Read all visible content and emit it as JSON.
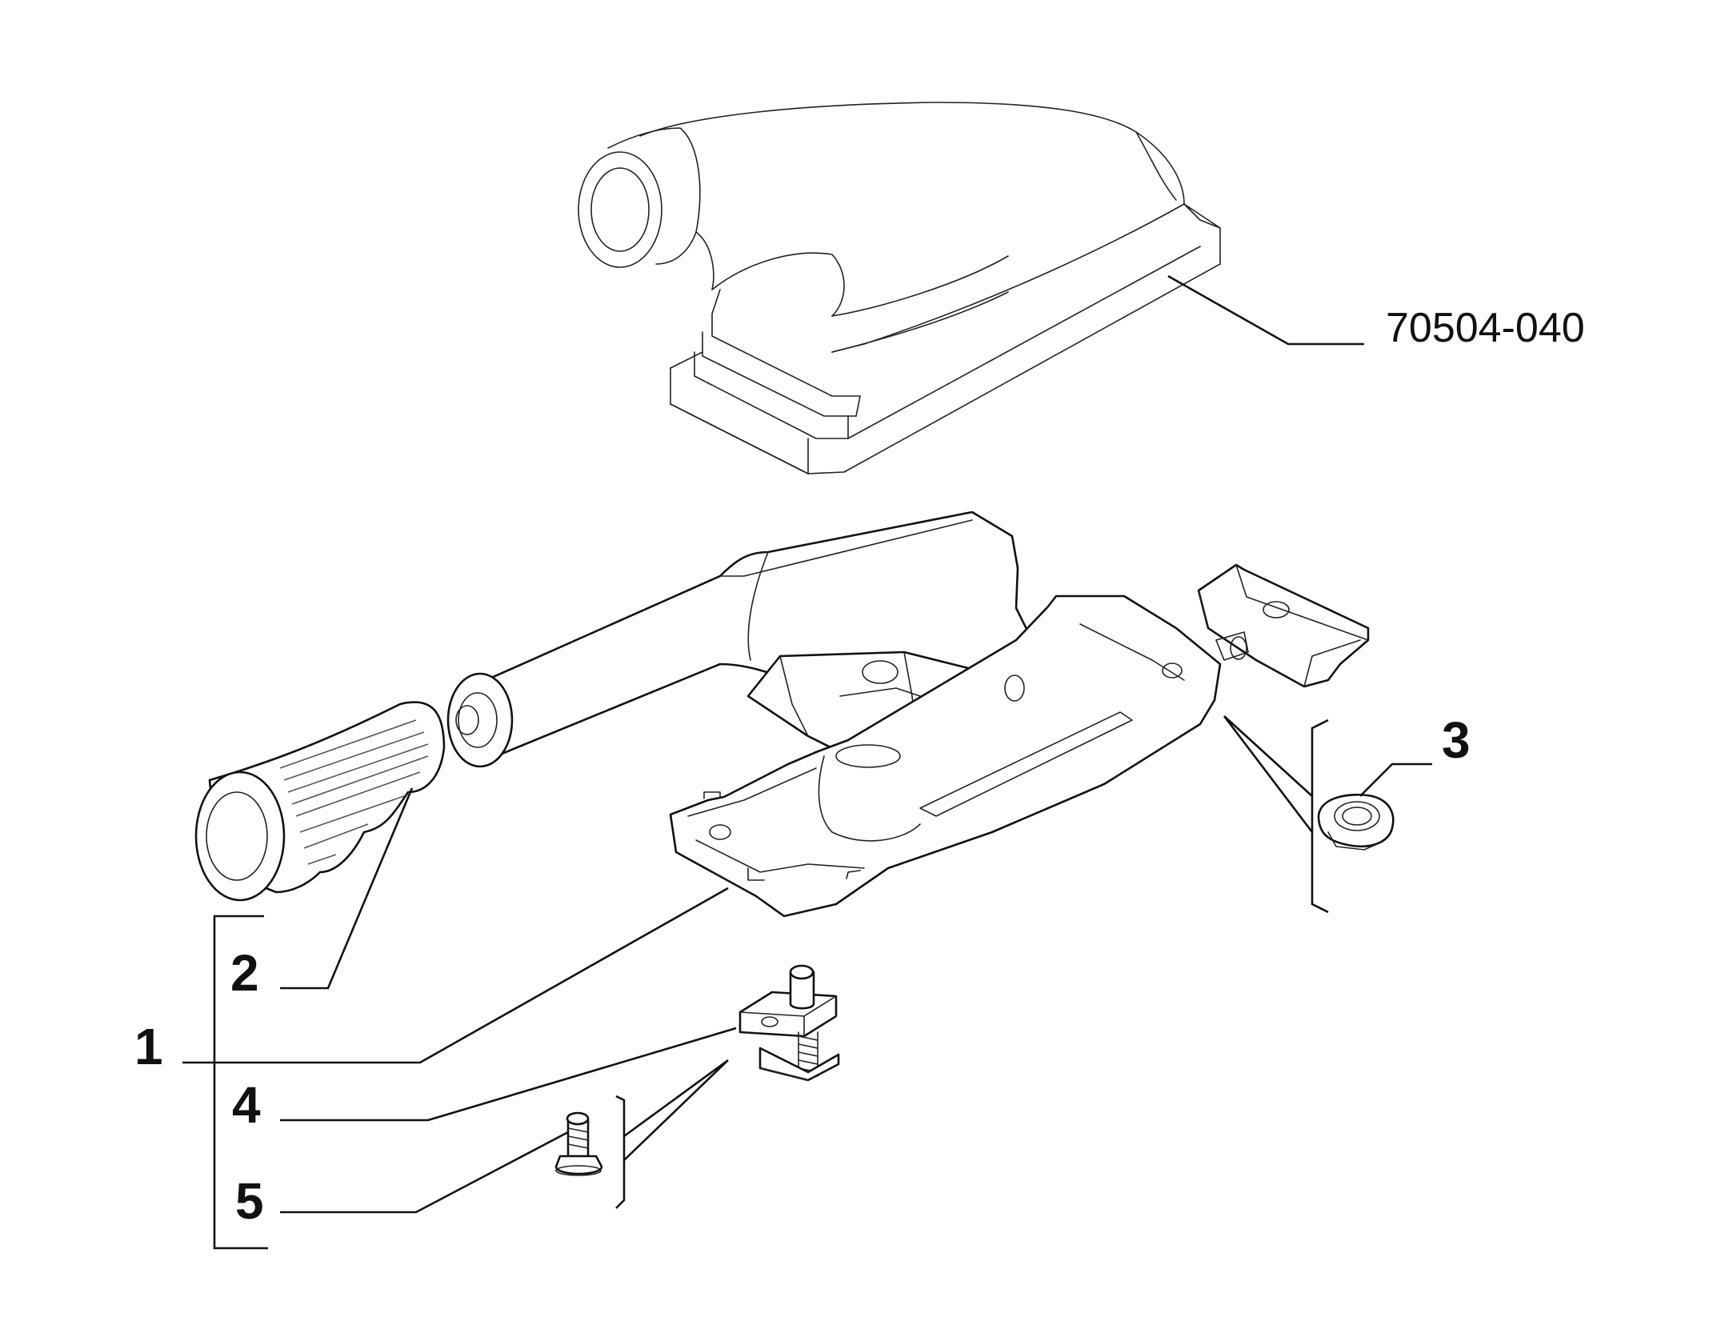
{
  "part_number": "70504-040",
  "callouts": {
    "c1": "1",
    "c2": "2",
    "c3": "3",
    "c4": "4",
    "c5": "5"
  }
}
